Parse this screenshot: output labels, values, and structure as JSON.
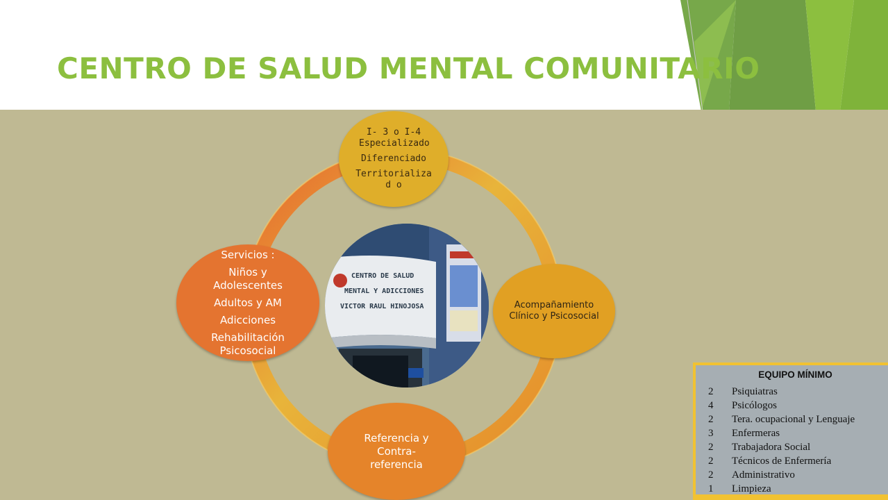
{
  "slide": {
    "title": "CENTRO DE SALUD MENTAL COMUNITARIO"
  },
  "cycle": {
    "top_node": [
      "I- 3 o I-4 Especializado",
      "Diferenciado",
      "Territorializad o"
    ],
    "right_node": [
      "Acompañamiento Clínico y Psicosocial"
    ],
    "bottom_node": [
      "Referencia y Contra-referencia"
    ],
    "left_node": [
      "Servicios :",
      "Niños y Adolescentes",
      "Adultos y AM",
      "Adicciones",
      "Rehabilitación Psicosocial"
    ]
  },
  "photo": {
    "sign_lines": [
      "CENTRO DE SALUD",
      "MENTAL Y ADICCIONES",
      "VICTOR RAUL HINOJOSA"
    ]
  },
  "equipo": {
    "header": "EQUIPO MÍNIMO",
    "rows": [
      {
        "num": "2",
        "label": "Psiquiatras"
      },
      {
        "num": "4",
        "label": "Psicólogos"
      },
      {
        "num": "2",
        "label": "Tera. ocupacional y Lenguaje"
      },
      {
        "num": "3",
        "label": "Enfermeras"
      },
      {
        "num": "2",
        "label": "Trabajadora Social"
      },
      {
        "num": "2",
        "label": "Técnicos de Enfermería"
      },
      {
        "num": "2",
        "label": "Administrativo"
      },
      {
        "num": "1",
        "label": "Limpieza"
      }
    ]
  },
  "colors": {
    "title": "#8cbf3f",
    "panel": "#bfb993",
    "accent_green_light": "#8cbf3f",
    "accent_green_dark": "#5f9a3a",
    "table_bg": "#a6aeb3",
    "table_border": "#f1c232"
  }
}
